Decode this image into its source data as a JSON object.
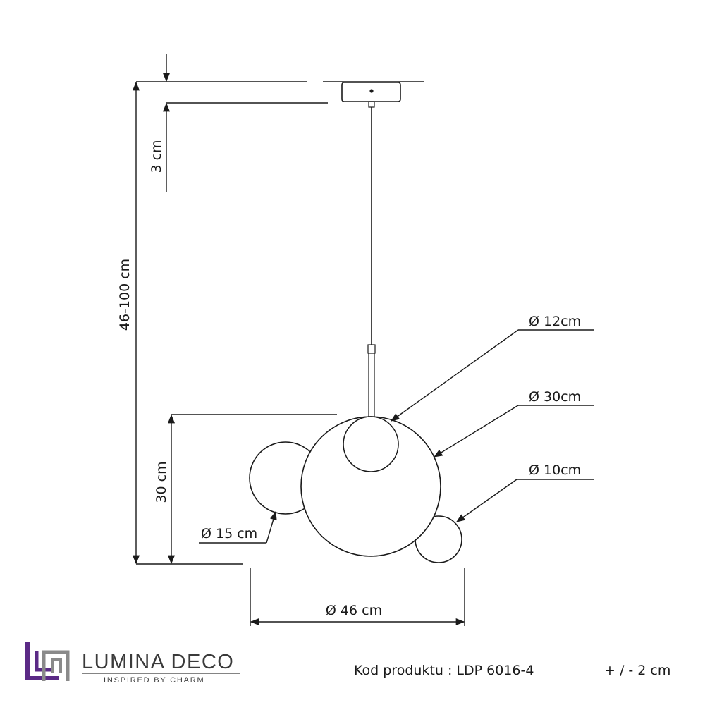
{
  "dimensions": {
    "canopy_height": "3 cm",
    "total_height": "46-100 cm",
    "shade_height": "30 cm",
    "width": "Ø 46 cm",
    "small_left_ball": "Ø 15 cm"
  },
  "callouts": {
    "top_ball": "Ø 12cm",
    "main_ball": "Ø 30cm",
    "right_ball": "Ø 10cm"
  },
  "brand": {
    "name": "LUMINA DECO",
    "tagline": "INSPIRED BY CHARM",
    "logo_colors": [
      "#5b2a86",
      "#8a8a8a"
    ]
  },
  "footer": {
    "product_code": "Kod produktu : LDP 6016-4",
    "tolerance": "+ / - 2 cm"
  }
}
